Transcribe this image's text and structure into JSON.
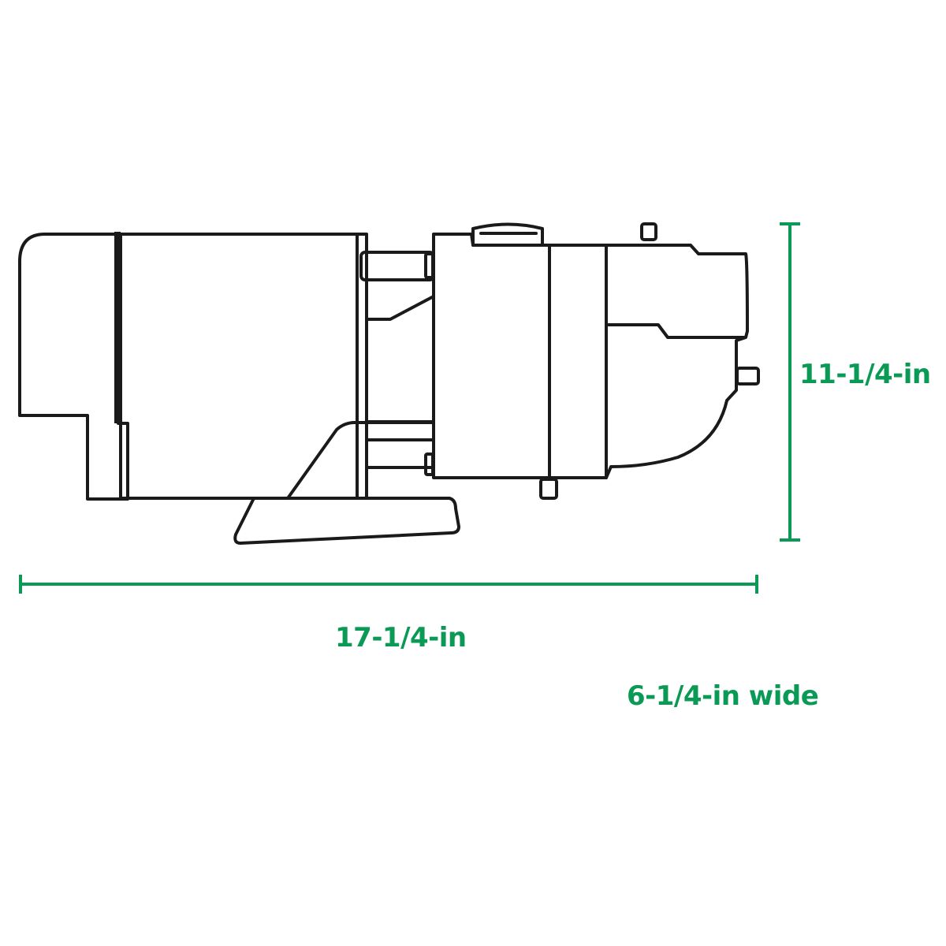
{
  "diagram": {
    "subject": "pump side-view line drawing",
    "colors": {
      "outline": "#1a1a1a",
      "dimension": "#0a9a55",
      "background": "#ffffff"
    },
    "dimensions": {
      "height": {
        "label": "11-1/4-in",
        "orientation": "vertical"
      },
      "length": {
        "label": "17-1/4-in",
        "orientation": "horizontal"
      },
      "width": {
        "label": "6-1/4-in wide",
        "orientation": "note"
      }
    }
  }
}
